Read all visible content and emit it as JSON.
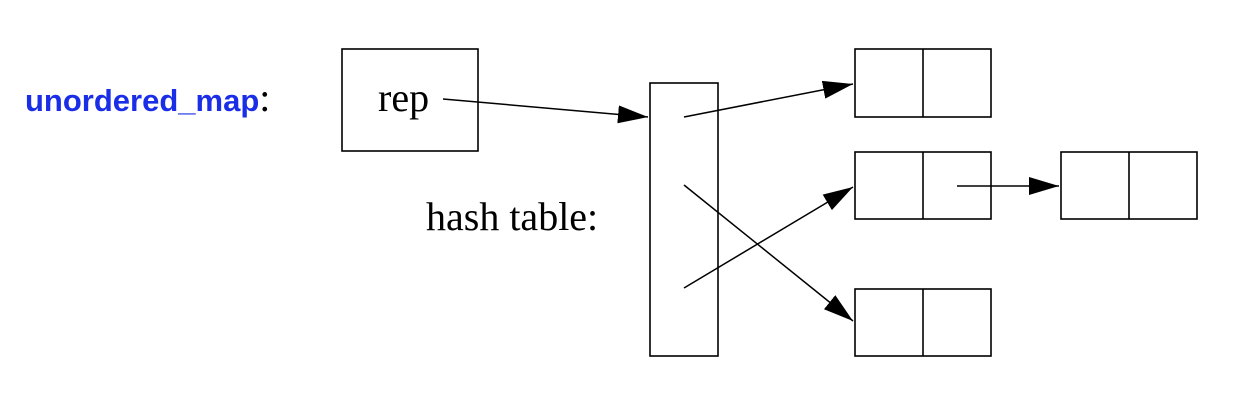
{
  "labels": {
    "type_name": "unordered_map",
    "type_colon": ":",
    "rep": "rep",
    "hash_table": "hash table:"
  },
  "colors": {
    "type_name": "#1a2ee8",
    "ink": "#000000",
    "background": "#ffffff"
  }
}
